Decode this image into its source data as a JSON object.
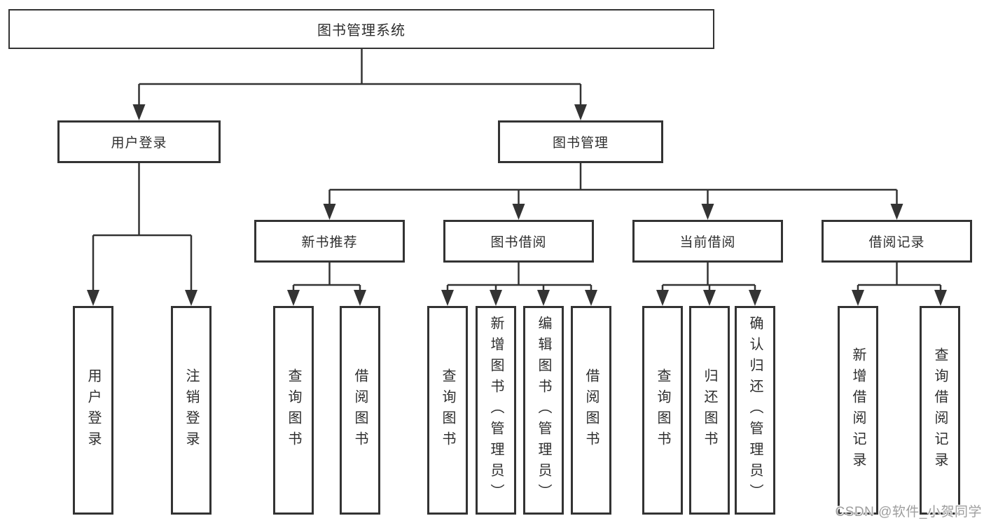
{
  "diagram": {
    "root": {
      "label": "图书管理系统"
    },
    "level2": [
      {
        "label": "用户登录"
      },
      {
        "label": "图书管理"
      }
    ],
    "level3": [
      {
        "label": "新书推荐"
      },
      {
        "label": "图书借阅"
      },
      {
        "label": "当前借阅"
      },
      {
        "label": "借阅记录"
      }
    ],
    "leaves": {
      "user_login": [
        "用户登录",
        "注销登录"
      ],
      "new_book_recommend": [
        "查询图书",
        "借阅图书"
      ],
      "book_borrow": [
        "查询图书",
        "新增图书（管理员）",
        "编辑图书（管理员）",
        "借阅图书"
      ],
      "current_borrow": [
        "查询图书",
        "归还图书",
        "确认归还（管理员）"
      ],
      "borrow_records": [
        "新增借阅记录",
        "查询借阅记录"
      ]
    }
  },
  "watermark": "CSDN @软件_小贺同学",
  "colors": {
    "line": "#333333",
    "text": "#2e2e2e",
    "box_background": "#ffffff",
    "watermark": "#9e9e9e",
    "background": "#ffffff"
  }
}
